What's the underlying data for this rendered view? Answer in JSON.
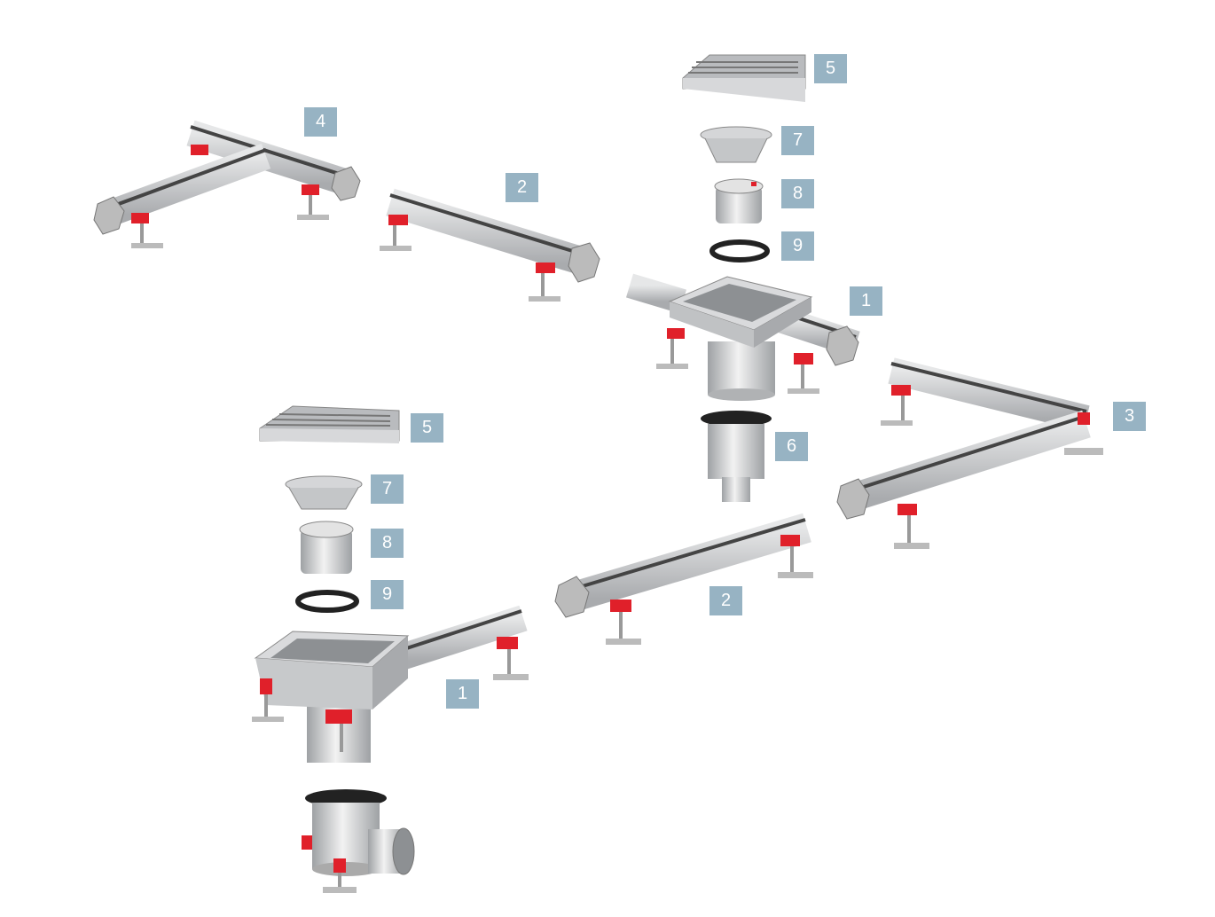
{
  "colors": {
    "label_bg": "#97b3c3",
    "steel": "#c9cbcd",
    "bracket": "#e0202a"
  },
  "labels": [
    {
      "id": "t4",
      "text": "4"
    },
    {
      "id": "t2a",
      "text": "2"
    },
    {
      "id": "t5a",
      "text": "5"
    },
    {
      "id": "t7a",
      "text": "7"
    },
    {
      "id": "t8a",
      "text": "8"
    },
    {
      "id": "t9a",
      "text": "9"
    },
    {
      "id": "t1a",
      "text": "1"
    },
    {
      "id": "t3",
      "text": "3"
    },
    {
      "id": "t6",
      "text": "6"
    },
    {
      "id": "t5b",
      "text": "5"
    },
    {
      "id": "t7b",
      "text": "7"
    },
    {
      "id": "t8b",
      "text": "8"
    },
    {
      "id": "t9b",
      "text": "9"
    },
    {
      "id": "t2b",
      "text": "2"
    },
    {
      "id": "t1b",
      "text": "1"
    }
  ]
}
